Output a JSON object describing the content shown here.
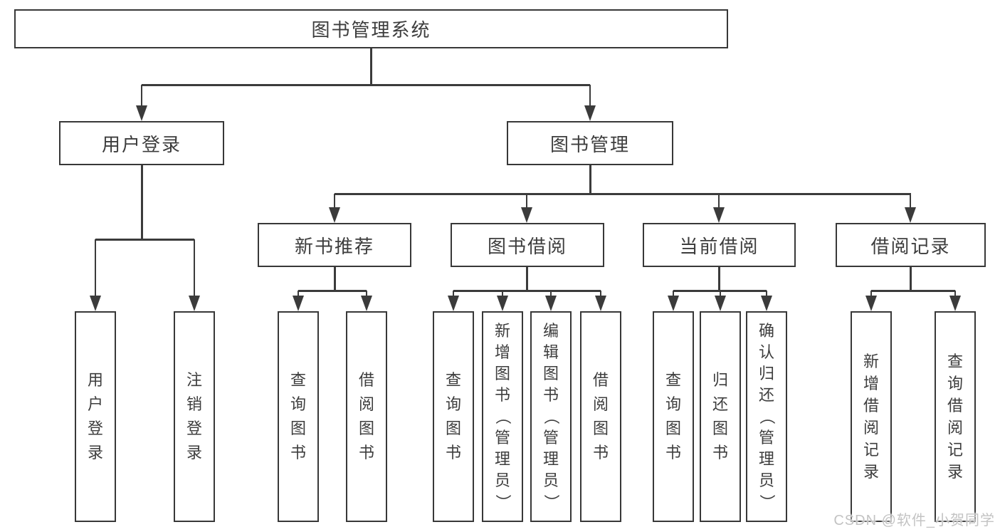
{
  "tree": {
    "label": "图书管理系统",
    "children": [
      {
        "label": "用户登录",
        "children": [
          {
            "label": "用户登录"
          },
          {
            "label": "注销登录"
          }
        ]
      },
      {
        "label": "图书管理",
        "children": [
          {
            "label": "新书推荐",
            "children": [
              {
                "label": "查询图书"
              },
              {
                "label": "借阅图书"
              }
            ]
          },
          {
            "label": "图书借阅",
            "children": [
              {
                "label": "查询图书"
              },
              {
                "label": "新增图书（管理员）"
              },
              {
                "label": "编辑图书（管理员）"
              },
              {
                "label": "借阅图书"
              }
            ]
          },
          {
            "label": "当前借阅",
            "children": [
              {
                "label": "查询图书"
              },
              {
                "label": "归还图书"
              },
              {
                "label": "确认归还（管理员）"
              }
            ]
          },
          {
            "label": "借阅记录",
            "children": [
              {
                "label": "新增借阅记录"
              },
              {
                "label": "查询借阅记录"
              }
            ]
          }
        ]
      }
    ]
  },
  "watermark": {
    "text": "CSDN @软件_小贺同学"
  },
  "colors": {
    "line": "#3b3b3b",
    "border": "#383838",
    "text": "#3d3d3d",
    "watermark": "#c3c3c3",
    "background": "#ffffff"
  }
}
